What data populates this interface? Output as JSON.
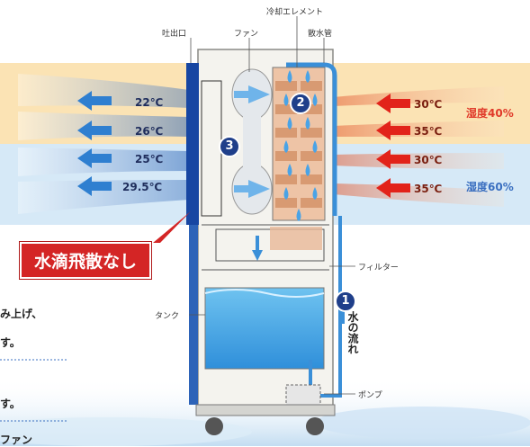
{
  "labels": {
    "outlet": "吐出口",
    "fan": "ファン",
    "cooling_element": "冷却エレメント",
    "sprinkler_pipe": "散水管",
    "filter": "フィルター",
    "tank": "タンク",
    "pump": "ポンプ"
  },
  "outlet_temps": [
    "22℃",
    "26℃",
    "25℃",
    "29.5℃"
  ],
  "intake_temps": [
    "30℃",
    "35℃",
    "30℃",
    "35℃"
  ],
  "humidity": {
    "upper": "湿度40%",
    "lower": "湿度60%",
    "upper_color": "#e03a2a",
    "lower_color": "#3a6fc0"
  },
  "badge": "水滴飛散なし",
  "water_flow": "水の流れ",
  "steps": [
    "1",
    "2",
    "3"
  ],
  "side_text": {
    "line1": "み上げ、",
    "line2": "す。",
    "line3": "す。",
    "line4": "ファン"
  },
  "colors": {
    "warm_band": "#fbe3b4",
    "cool_band": "#d6e9f7",
    "hot_arrow": "#e2231a",
    "cool_arrow": "#2f7fd0",
    "outlet_blue": "#1746a2",
    "badge_red": "#d42525"
  }
}
